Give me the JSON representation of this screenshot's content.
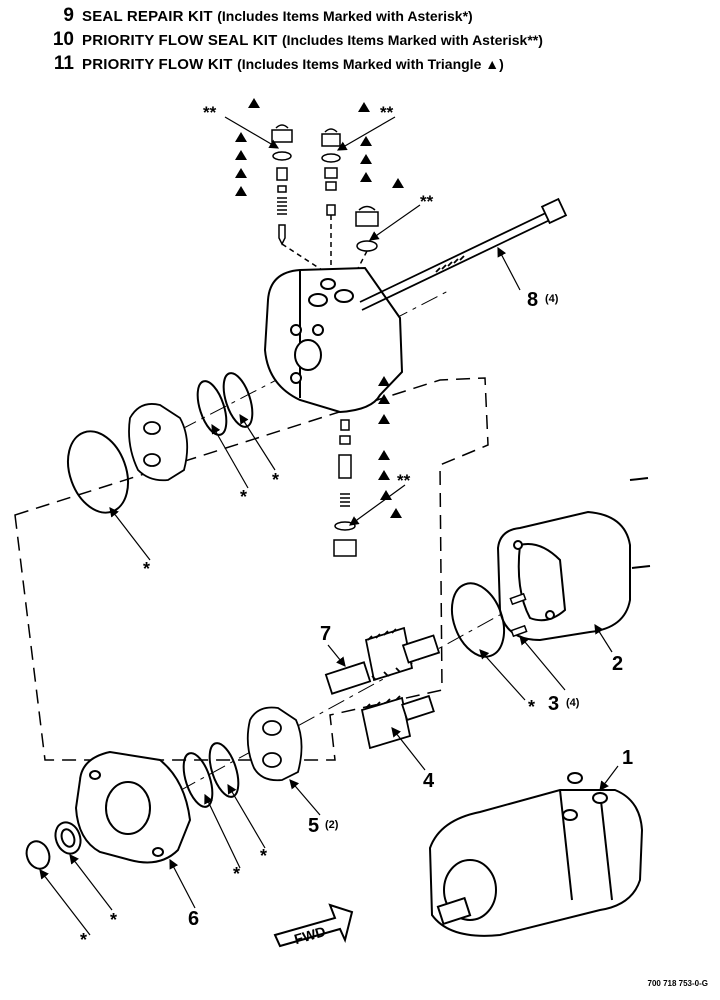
{
  "legend": [
    {
      "num": "9",
      "name": "SEAL REPAIR KIT",
      "desc": "(Includes Items Marked with Asterisk*)"
    },
    {
      "num": "10",
      "name": "PRIORITY FLOW SEAL KIT",
      "desc": "(Includes Items Marked with Asterisk**)"
    },
    {
      "num": "11",
      "name": "PRIORITY FLOW KIT",
      "desc": "(Includes Items Marked with Triangle ▲)"
    }
  ],
  "callouts": {
    "p1": "1",
    "p2": "2",
    "p3": "3",
    "p3_qty": "(4)",
    "p4": "4",
    "p5": "5",
    "p5_qty": "(2)",
    "p6": "6",
    "p7": "7",
    "p8": "8",
    "p8_qty": "(4)"
  },
  "marks": {
    "single": "*",
    "double": "**"
  },
  "fwd_label": "FWD",
  "figure_id": "700 718 753-0-G"
}
